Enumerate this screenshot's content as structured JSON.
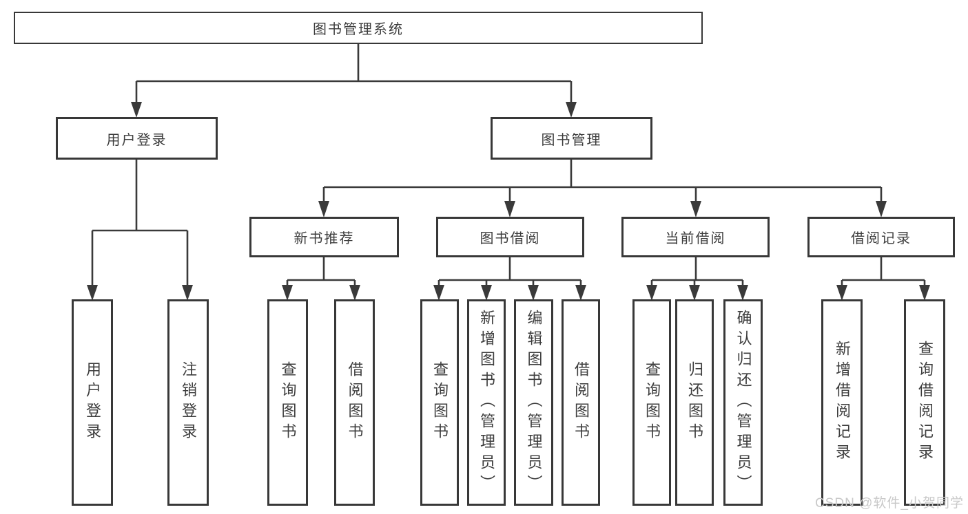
{
  "diagram": {
    "root": {
      "label": "图书管理系统"
    },
    "branches": [
      {
        "label": "用户登录",
        "children": [
          {
            "label": "用户登录"
          },
          {
            "label": "注销登录"
          }
        ]
      },
      {
        "label": "图书管理",
        "sections": [
          {
            "label": "新书推荐",
            "children": [
              {
                "label": "查询图书"
              },
              {
                "label": "借阅图书"
              }
            ]
          },
          {
            "label": "图书借阅",
            "children": [
              {
                "label": "查询图书"
              },
              {
                "label": "新增图书（管理员）"
              },
              {
                "label": "编辑图书（管理员）"
              },
              {
                "label": "借阅图书"
              }
            ]
          },
          {
            "label": "当前借阅",
            "children": [
              {
                "label": "查询图书"
              },
              {
                "label": "归还图书"
              },
              {
                "label": "确认归还（管理员）"
              }
            ]
          },
          {
            "label": "借阅记录",
            "children": [
              {
                "label": "新增借阅记录"
              },
              {
                "label": "查询借阅记录"
              }
            ]
          }
        ]
      }
    ]
  },
  "watermark": {
    "text": "CSDN @软件_小贺同学"
  },
  "colors": {
    "line": "#3a3a3a",
    "box_border": "#383838",
    "text": "#3d3d3d",
    "watermark": "#c9c9c9",
    "background": "#ffffff"
  }
}
